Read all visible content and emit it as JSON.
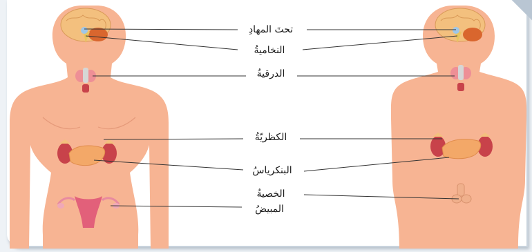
{
  "labels": {
    "hypothalamus": "تحتَ المهادِ",
    "pituitary": "النخاميةُ",
    "thyroid": "الدرقيةُ",
    "adrenal": "الكظريّةُ",
    "pancreas": "البنكرياسُ",
    "testis": "الخصيةُ",
    "ovary": "المبيضُ"
  },
  "colors": {
    "skin": "#f7b493",
    "brain": "#f3c07e",
    "gland_red": "#c8424a",
    "gland_pink": "#ee8f96",
    "pancreas": "#f3a868",
    "line": "#333333"
  }
}
